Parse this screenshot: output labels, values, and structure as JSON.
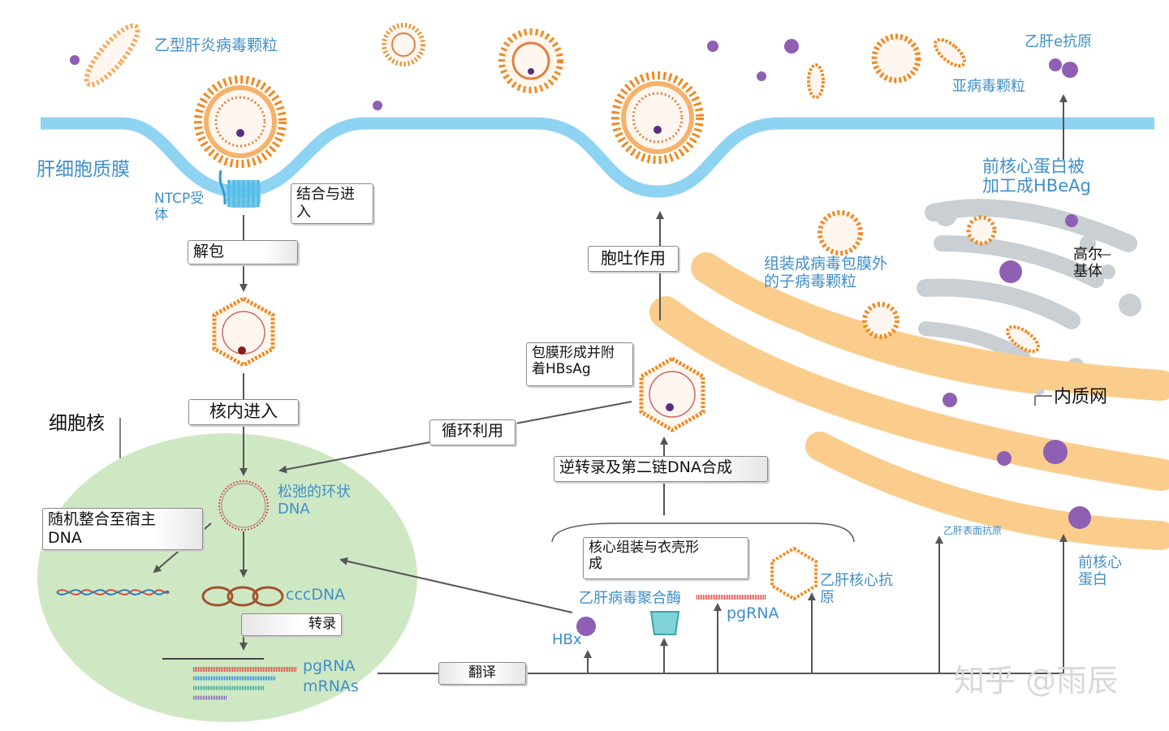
{
  "labels": {
    "hbv_particle": "乙型肝炎病毒颗粒",
    "membrane": "肝细胞质膜",
    "ntcp": "NTCP受\n体",
    "hbeag_top": "乙肝e抗原",
    "subviral": "亚病毒颗粒",
    "precore_processed": "前核心蛋白被\n加工成HBeAg",
    "assemble_enveloped": "组装成病毒包膜外\n的子病毒颗粒",
    "golgi": "高尔\n基体",
    "er": "内质网",
    "nucleus": "细胞核",
    "rcdna": "松弛的环状\nDNA",
    "cccdna": "cccDNA",
    "pgrna_nuc": "pgRNA",
    "mrnas": "mRNAs",
    "hbx": "HBx",
    "polymerase": "乙肝病毒聚合酶",
    "pgrna_cyto": "pgRNA",
    "core_antigen": "乙肝核心抗\n原",
    "surface_antigen": "乙肝表面抗原",
    "precore": "前核心\n蛋白",
    "watermark": "知乎 @雨辰"
  },
  "boxes": {
    "binding_entry": "结合与进\n入",
    "uncoating": "解包",
    "nuclear_entry": "核内进入",
    "recycling": "循环利用",
    "exocytosis": "胞吐作用",
    "envelope": "包膜形成并附\n着HBsAg",
    "reverse_transcription": "逆转录及第二链DNA合成",
    "integration": "随机整合至宿主\nDNA",
    "transcription": "转录",
    "core_assembly": "核心组装与衣壳形\n成",
    "translation": "翻译"
  },
  "colors": {
    "membrane": "#8fd3f3",
    "nucleus": "#cfe8c4",
    "er": "#fbcd8d",
    "golgi": "#c9cfd2",
    "label_blue": "#3f8fc9",
    "capsid": "#f08a24",
    "protein": "#8e5fb3"
  }
}
